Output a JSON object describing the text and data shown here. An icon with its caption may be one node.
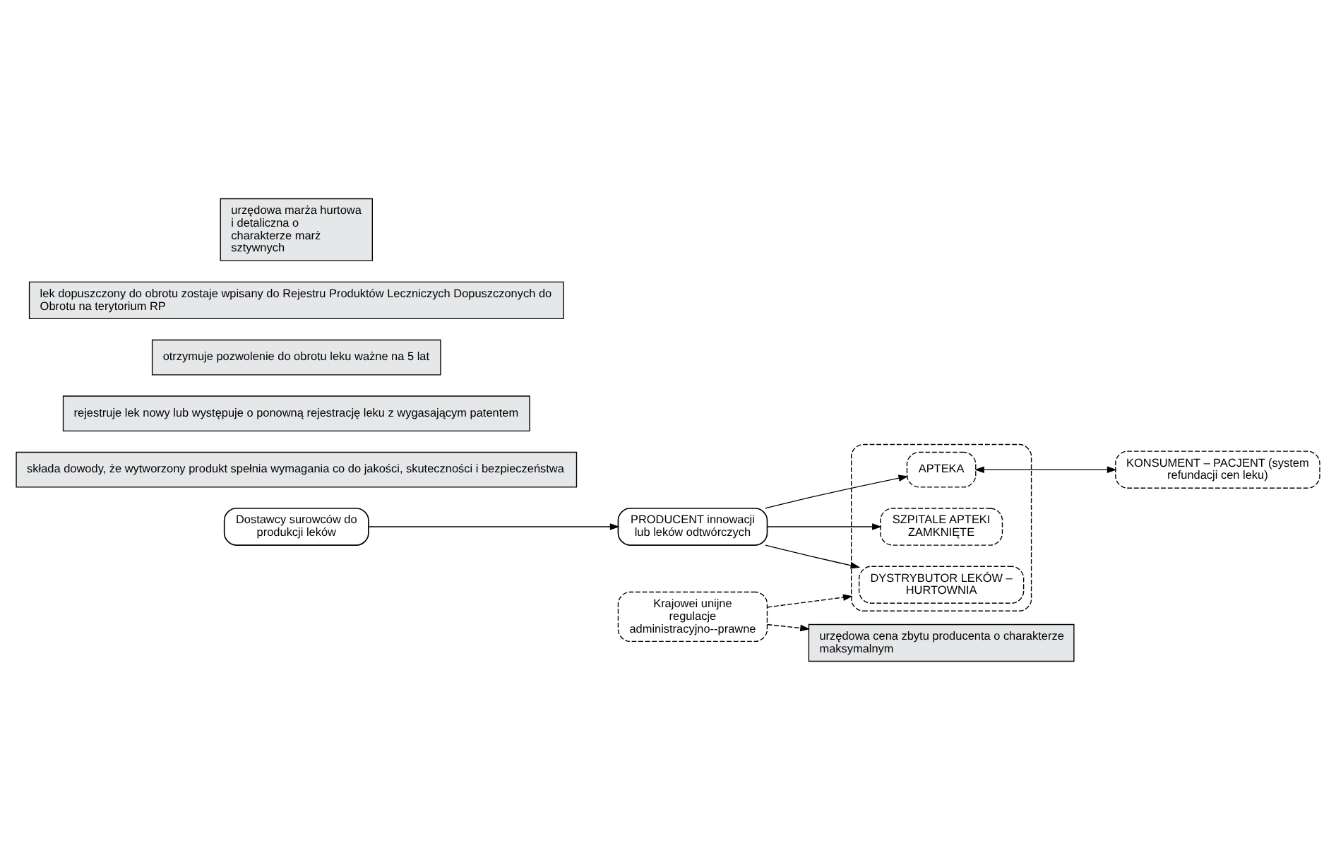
{
  "diagram": {
    "nodes": [
      {
        "text": [
          "Dostawcy surowców do produkcji leków"
        ]
      },
      {
        "text": [
          "PRODUCENT innowacji lub leków odtwórczych"
        ]
      },
      {
        "text": [
          "składa dowody, że wytworzony produkt spełnia wymagania co do jakości, skuteczności i bezpieczeństwa"
        ]
      },
      {
        "text": [
          "rejestruje lek nowy lub występuje o ponowną rejestrację leku z wygasającym patentem"
        ]
      },
      {
        "text": [
          "otrzymuje pozwolenie do obrotu leku ważne na 5 lat"
        ]
      },
      {
        "text": [
          "lek dopuszczony do obrotu zostaje wpisany do Rejestru Produktów Leczniczych Dopuszczonych do Obrotu na terytorium RP"
        ]
      },
      {
        "text": [],
        "shape": "ellipse"
      },
      {
        "text": [
          "DYSTRYBUTOR LEKÓW – HURTOWNIA"
        ],
        "in": 6
      },
      {
        "text": [
          "SZPITALE APTEKI ZAMKNIĘTE"
        ],
        "in": 6
      },
      {
        "text": [
          "APTEKA"
        ],
        "in": 6
      },
      {
        "text": [
          "KONSUMENT – PACJENT (system refundacji cen leku)"
        ]
      },
      {
        "text": [
          "urzędowa cena zbytu producenta o charakterze maksymalnym"
        ]
      },
      {
        "text": [
          "Krajowei unijne regulacje administracyjno--prawne"
        ]
      },
      {
        "text": [
          "urzędowa marża hurtowa i detaliczna o charakterze marż sztywnych"
        ]
      }
    ],
    "edges": [
      {
        "from": 0,
        "to": 1,
        "arrow": "to"
      },
      {
        "from": 1,
        "to": 7,
        "arrow": "to"
      },
      {
        "from": 1,
        "to": 8,
        "arrow": "to"
      },
      {
        "from": 1,
        "to": 9,
        "arrow": "to"
      },
      {
        "from": 12,
        "to": 11,
        "arrow": "to",
        "style": "dashed"
      },
      {
        "from": 12,
        "to": 6,
        "arrow": "to",
        "style": "dashed"
      },
      {
        "from": 9,
        "to": 10,
        "arrow": "both"
      }
    ]
  }
}
